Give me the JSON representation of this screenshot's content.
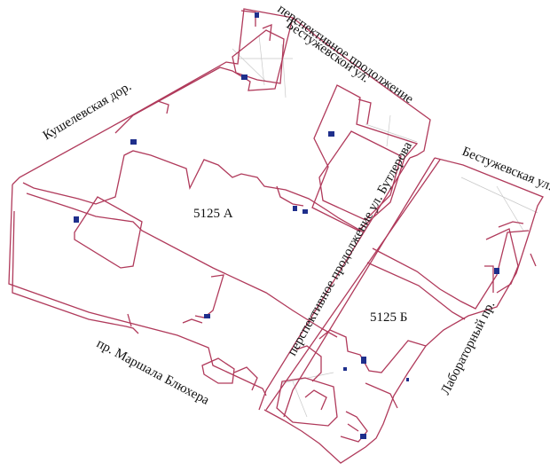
{
  "colors": {
    "boundary": "#b03a5b",
    "inner": "#c1607b",
    "grid": "#c8c8c8",
    "marker": "#1f2f8c",
    "text": "#111111"
  },
  "streets": {
    "kushelevskaya": "Кушелевская дор.",
    "perspective_bestuzhevskaya_line1": "перспективное продолжение",
    "perspective_bestuzhevskaya_line2": "Бестужевской ул.",
    "bestuzhevskaya": "Бестужевская ул.",
    "perspective_butlerova": "перспективное продолжение ул. Бутлерова",
    "blyukhera": "пр. Маршала Блюхера",
    "laboratorny": "Лабораторный пр."
  },
  "parcels": {
    "a": "5125 А",
    "b": "5125 Б"
  },
  "icons": {
    "marker": "building-marker-icon"
  }
}
